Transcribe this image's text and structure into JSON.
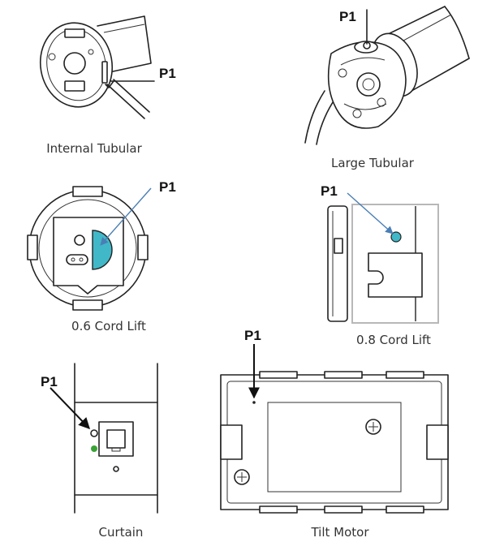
{
  "diagram": {
    "pointer_label": "P1",
    "colors": {
      "line": "#222222",
      "pointer_blue": "#4a7fb5",
      "button_teal": "#40b8c8",
      "led_green": "#3aa335",
      "device_gray": "#b8b8b8"
    },
    "panels": [
      {
        "id": "internal-tubular",
        "caption": "Internal Tubular"
      },
      {
        "id": "large-tubular",
        "caption": "Large Tubular"
      },
      {
        "id": "cord-lift-06",
        "caption": "0.6 Cord Lift"
      },
      {
        "id": "cord-lift-08",
        "caption": "0.8 Cord Lift"
      },
      {
        "id": "curtain",
        "caption": "Curtain"
      },
      {
        "id": "tilt-motor",
        "caption": "Tilt Motor"
      }
    ]
  }
}
